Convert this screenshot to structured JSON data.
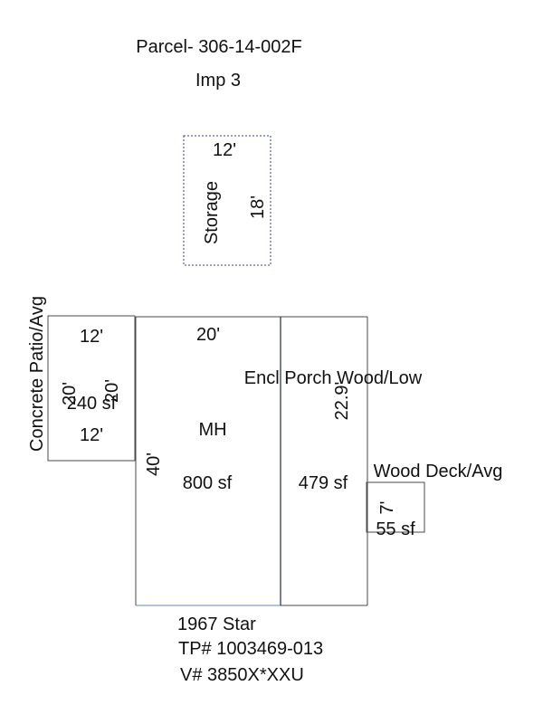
{
  "header": {
    "parcel": "Parcel- 306-14-002F",
    "improvement": "Imp 3"
  },
  "storage": {
    "name": "Storage",
    "width_label": "12'",
    "depth_label": "18'"
  },
  "patio": {
    "name": "Concrete Patio/Avg",
    "top_label": "12'",
    "bottom_label": "12'",
    "left_label": "20'",
    "right_label": "20'",
    "area": "240 sf"
  },
  "mh": {
    "name": "MH",
    "top_label": "20'",
    "side_label": "40'",
    "area": "800 sf"
  },
  "porch": {
    "name": "Encl Porch Wood/Low",
    "side_label": "22.9'",
    "area": "479 sf"
  },
  "deck": {
    "name": "Wood Deck/Avg",
    "side_label": "7'",
    "area": "55 sf"
  },
  "footer": {
    "line1": "1967 Star",
    "line2": "TP# 1003469-013",
    "line3": "V# 3850X*XXU"
  },
  "colors": {
    "outline": "#4a4a4a",
    "storage_outline": "#3a3aa0",
    "mh_bottom": "#6a8ab0"
  }
}
